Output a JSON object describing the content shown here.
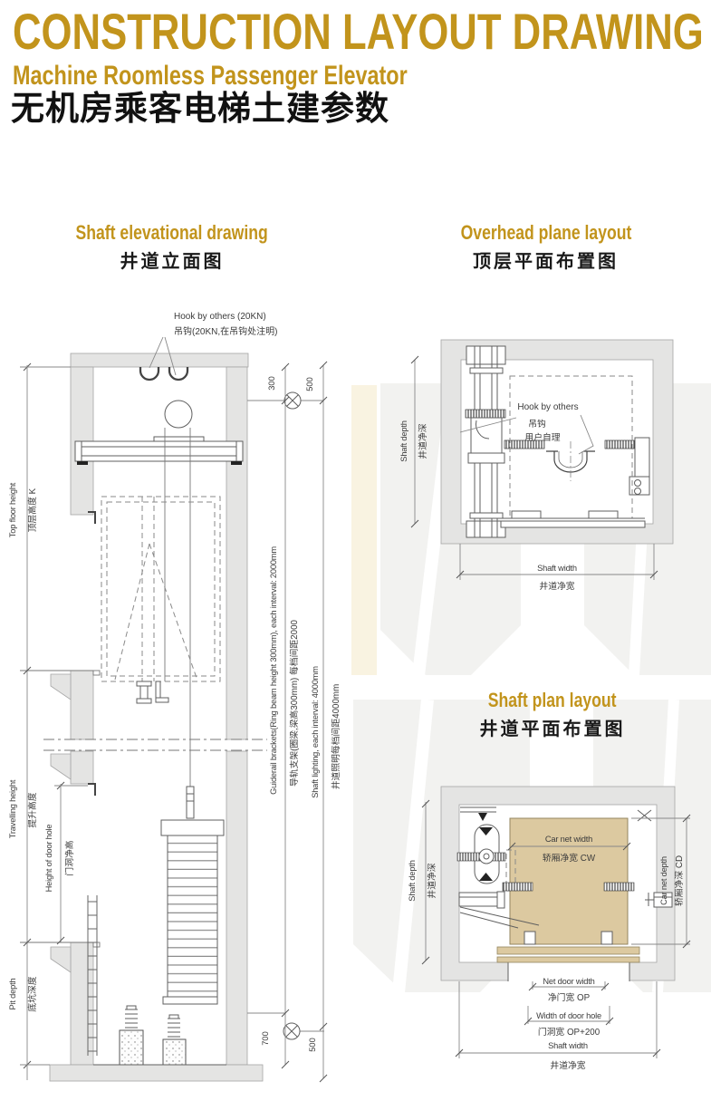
{
  "page": {
    "title": "CONSTRUCTION LAYOUT DRAWING",
    "subtitle_en": "Machine Roomless Passenger Elevator",
    "subtitle_zh": "无机房乘客电梯土建参数"
  },
  "colors": {
    "gold": "#C2941C",
    "wall_gray": "#E4E4E3",
    "car_tan": "#DCC9A0"
  },
  "elevation": {
    "heading_en": "Shaft elevational drawing",
    "heading_zh": "井道立面图",
    "hook_note_en": "Hook by others  (20KN)",
    "hook_note_zh": "吊钩(20KN,在吊钩处注明)",
    "dims": {
      "top_300": "300",
      "top_500": "500",
      "bottom_700": "700",
      "bottom_500": "500"
    },
    "left_labels": {
      "top_floor_en": "Top floor height",
      "top_floor_zh": "顶层高度 K",
      "travel_en": "Travelling height",
      "travel_zh": "提升高度",
      "door_en": "Height of door hole",
      "door_zh": "门洞净高",
      "pit_en": "Pit depth",
      "pit_zh": "底坑深度"
    },
    "right_labels": {
      "guiderail_en": "Guiderail brackets(Ring beam height 300mm), each interval: 2000mm",
      "guiderail_zh": "导轨支架(圈梁,梁高300mm) 每档间距2000",
      "lighting_en": "Shaft lighting, each interval: 4000mm",
      "lighting_zh": "井道照明每档间距4000mm"
    }
  },
  "overhead": {
    "heading_en": "Overhead plane layout",
    "heading_zh": "顶层平面布置图",
    "hook_en": "Hook by others",
    "hook_zh_1": "吊钩",
    "hook_zh_2": "用户自理",
    "shaft_depth_en": "Shaft depth",
    "shaft_depth_zh": "井道净深",
    "shaft_width_en": "Shaft width",
    "shaft_width_zh": "井道净宽"
  },
  "plan": {
    "heading_en": "Shaft plan layout",
    "heading_zh": "井道平面布置图",
    "shaft_depth_en": "Shaft depth",
    "shaft_depth_zh": "井道净深",
    "car_width_en": "Car net width",
    "car_width_zh": "轿厢净宽 CW",
    "car_depth_en": "Car net depth",
    "car_depth_zh": "轿厢净深 CD",
    "net_door_en": "Net door width",
    "net_door_zh": "净门宽 OP",
    "door_hole_en": "Width of door hole",
    "door_hole_zh": "门洞宽 OP+200",
    "shaft_width_en": "Shaft width",
    "shaft_width_zh": "井道净宽"
  }
}
